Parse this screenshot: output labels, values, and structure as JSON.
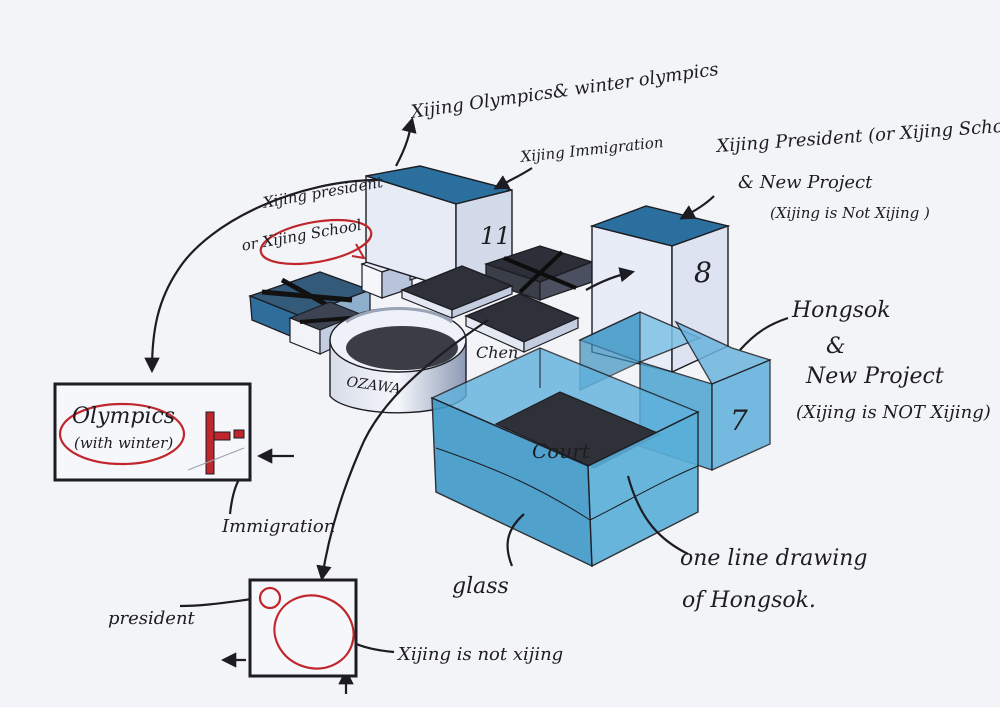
{
  "labels": {
    "olympics_top": "Xijing Olympics& winter olympics",
    "immigration_top": "Xijing Immigration",
    "president_top": "Xijing President (or Xijing School)",
    "new_project_top": "& New Project",
    "xijing_not_top": "(Xijing is Not Xijing )",
    "president_school_line1": "Xijing president",
    "president_school_line2_prefix": "or",
    "president_school_line2_circled": "Xijing School",
    "hongsok": "Hongsok",
    "amp": "&",
    "new_project_right": "New Project",
    "xijing_not_right": "(Xijing is NOT Xijing)",
    "glass": "glass",
    "one_line_1": "one line drawing",
    "one_line_2": "of Hongsok.",
    "immigration_bottom": "Immigration",
    "president_bottom": "president",
    "xijing_not_bottom": "Xijing is not xijing",
    "olympics_box_1": "Olympics",
    "olympics_box_2": "(with winter)"
  },
  "block_labels": {
    "ozawa": "OZAWA",
    "chen": "Chen",
    "court": "Court",
    "num_11": "11",
    "num_8": "8",
    "num_7": "7"
  },
  "colors": {
    "ink": "#1c1c22",
    "red": "#c0272d",
    "glass_blue": "#4ca3d0",
    "dark_top": "#2d3038",
    "pale_face": "#dfe5f2"
  }
}
